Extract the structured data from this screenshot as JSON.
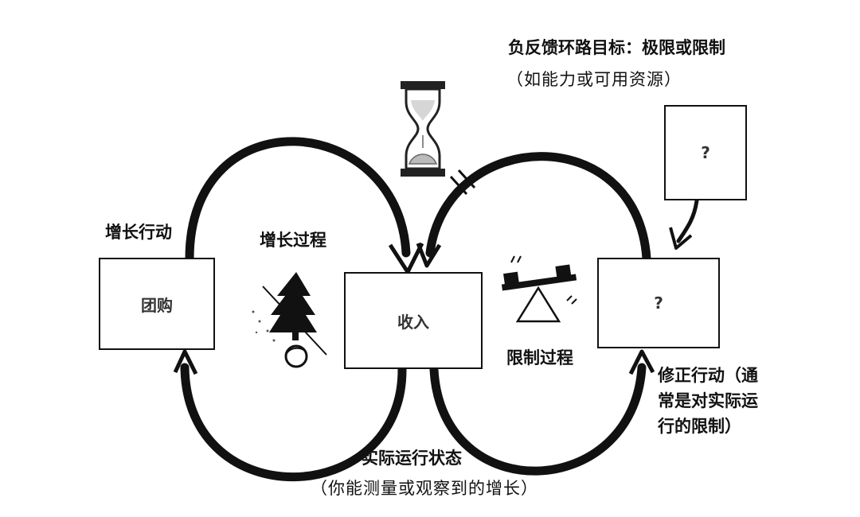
{
  "boxes": {
    "growth_action": "团购",
    "income": "收入",
    "goal": "?",
    "corrective": "?"
  },
  "labels": {
    "growth_action": "增长行动",
    "growth_process": "增长过程",
    "limit_process": "限制过程",
    "negative_feedback_goal": "负反馈环路目标：极限或限制",
    "negative_feedback_goal_sub": "（如能力或可用资源）",
    "actual_state": "实际运行状态",
    "actual_state_sub": "（你能测量或观察到的增长）",
    "corrective_line1": "修正行动（通",
    "corrective_line2": "常是对实际运",
    "corrective_line3": "行的限制）"
  },
  "icons": [
    "hourglass-icon",
    "tree-icon",
    "snowball-icon",
    "seesaw-icon"
  ]
}
